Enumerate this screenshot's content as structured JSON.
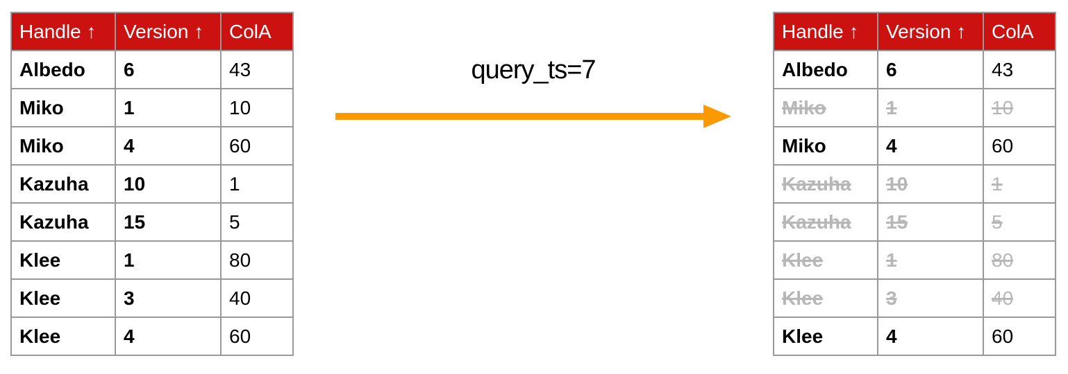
{
  "colors": {
    "header_bg": "#cc1111",
    "header_text": "#ffffff",
    "cell_border": "#999999",
    "body_text": "#000000",
    "struck_text": "#b7b7b7",
    "arrow": "#ff9900"
  },
  "transition": {
    "label": "query_ts=7"
  },
  "left_table": {
    "headers": [
      {
        "label": "Handle",
        "sort_icon": "↑"
      },
      {
        "label": "Version",
        "sort_icon": "↑"
      },
      {
        "label": "ColA",
        "sort_icon": ""
      }
    ],
    "rows": [
      {
        "handle": "Albedo",
        "version": "6",
        "cola": "43",
        "struck": false
      },
      {
        "handle": "Miko",
        "version": "1",
        "cola": "10",
        "struck": false
      },
      {
        "handle": "Miko",
        "version": "4",
        "cola": "60",
        "struck": false
      },
      {
        "handle": "Kazuha",
        "version": "10",
        "cola": "1",
        "struck": false
      },
      {
        "handle": "Kazuha",
        "version": "15",
        "cola": "5",
        "struck": false
      },
      {
        "handle": "Klee",
        "version": "1",
        "cola": "80",
        "struck": false
      },
      {
        "handle": "Klee",
        "version": "3",
        "cola": "40",
        "struck": false
      },
      {
        "handle": "Klee",
        "version": "4",
        "cola": "60",
        "struck": false
      }
    ]
  },
  "right_table": {
    "headers": [
      {
        "label": "Handle",
        "sort_icon": "↑"
      },
      {
        "label": "Version",
        "sort_icon": "↑"
      },
      {
        "label": "ColA",
        "sort_icon": ""
      }
    ],
    "rows": [
      {
        "handle": "Albedo",
        "version": "6",
        "cola": "43",
        "struck": false
      },
      {
        "handle": "Miko",
        "version": "1",
        "cola": "10",
        "struck": true
      },
      {
        "handle": "Miko",
        "version": "4",
        "cola": "60",
        "struck": false
      },
      {
        "handle": "Kazuha",
        "version": "10",
        "cola": "1",
        "struck": true
      },
      {
        "handle": "Kazuha",
        "version": "15",
        "cola": "5",
        "struck": true
      },
      {
        "handle": "Klee",
        "version": "1",
        "cola": "80",
        "struck": true
      },
      {
        "handle": "Klee",
        "version": "3",
        "cola": "40",
        "struck": true
      },
      {
        "handle": "Klee",
        "version": "4",
        "cola": "60",
        "struck": false
      }
    ]
  }
}
